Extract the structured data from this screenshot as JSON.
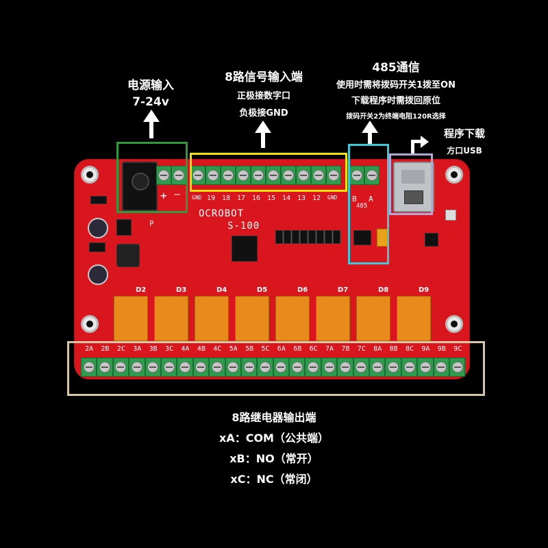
{
  "labels": {
    "power": {
      "title": "电源输入",
      "sub": "7-24v"
    },
    "signal": {
      "title": "8路信号输入端",
      "line1": "正极接数字口",
      "line2": "负极接GND"
    },
    "rs485": {
      "title": "485通信",
      "line1": "使用时需将拨码开关1拨至ON",
      "line2": "下载程序时需拨回原位",
      "line3": "拨码开关2为终端电阻120R选择"
    },
    "usb": {
      "title": "程序下载",
      "sub": "方口USB"
    },
    "relay_out": {
      "title": "8路继电器输出端",
      "line1": "xA：COM（公共端）",
      "line2": "xB：NO（常开）",
      "line3": "xC：NC（常闭）"
    }
  },
  "board": {
    "brand": "OCROBOT",
    "model": "S-100",
    "power_plus": "+",
    "power_minus": "—",
    "input_pins": [
      "GND",
      "19",
      "18",
      "17",
      "16",
      "15",
      "14",
      "13",
      "12",
      "GND"
    ],
    "rs485_pins": [
      "B",
      "A"
    ],
    "rs485_mark": "485",
    "p_mark": "P",
    "relays": [
      "D2",
      "D3",
      "D4",
      "D5",
      "D6",
      "D7",
      "D8",
      "D9"
    ],
    "output_pins": [
      "2A",
      "2B",
      "2C",
      "3A",
      "3B",
      "3C",
      "4A",
      "4B",
      "4C",
      "5A",
      "5B",
      "5C",
      "6A",
      "6B",
      "6C",
      "7A",
      "7B",
      "7C",
      "8A",
      "8B",
      "8C",
      "9A",
      "9B",
      "9C"
    ]
  },
  "colors": {
    "board": "#d9161e",
    "power_box": "#2e9a3c",
    "signal_box": "#f2e600",
    "rs485_box": "#3ec8d8",
    "usb_box": "#b7a7d8",
    "output_box": "#d8c8a8",
    "terminal": "#2e9a4c",
    "relay": "#e98a1c"
  }
}
